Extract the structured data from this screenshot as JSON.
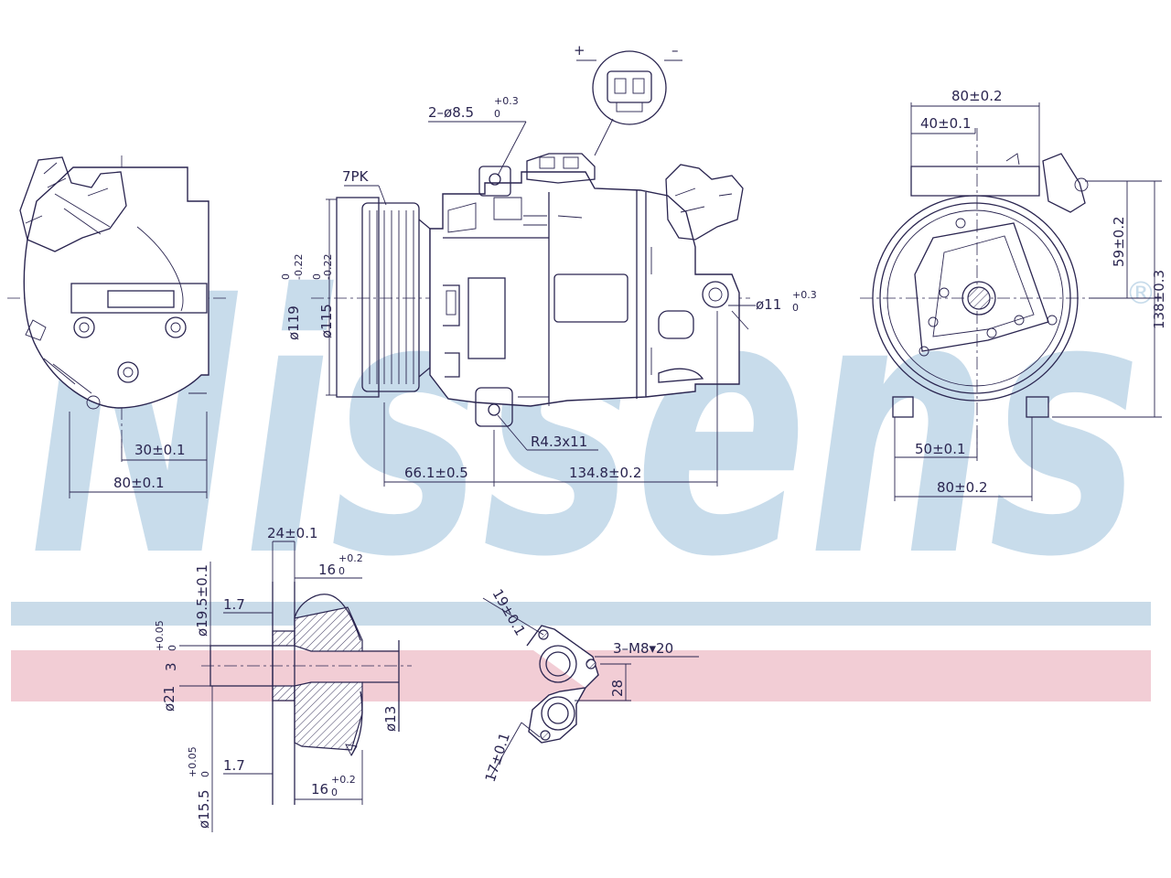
{
  "watermark": {
    "brand": "Nissens",
    "registered_mark": "®",
    "band_blue_color": "#c9dbe9",
    "band_red_color": "#f2cdd5",
    "letter_color": "#c8dceb"
  },
  "line_color": "#2a2550",
  "connector": {
    "plus": "+",
    "minus": "–"
  },
  "front_left": {
    "dim_30": "30±0.1",
    "dim_80": "80±0.1"
  },
  "side": {
    "belt": "7PK",
    "mount_holes": "2–ø8.5",
    "mount_holes_tol_upper": "+0.3",
    "mount_holes_tol_lower": "0",
    "d119": "ø119",
    "d119_tol_upper": "0",
    "d119_tol_lower": "-0.22",
    "d115": "ø115",
    "d115_tol_upper": "0",
    "d115_tol_lower": "-0.22",
    "d11": "ø11",
    "d11_tol_upper": "+0.3",
    "d11_tol_lower": "0",
    "r43": "R4.3x11",
    "dim_66": "66.1±0.5",
    "dim_134": "134.8±0.2"
  },
  "back_right": {
    "dim_80_top": "80±0.2",
    "dim_40": "40±0.1",
    "dim_59": "59±0.2",
    "dim_138": "138±0.3",
    "dim_50": "50±0.1",
    "dim_80_bottom": "80±0.2"
  },
  "port": {
    "dim_24": "24±0.1",
    "dim_16_top": "16",
    "dim_16_top_tol_upper": "+0.2",
    "dim_16_top_tol_lower": "0",
    "d195": "ø19.5±0.1",
    "dim_17_top": "1.7",
    "d21": "ø21",
    "dim_3": "3",
    "dim_3_tol_upper": "+0.05",
    "dim_3_tol_lower": "0",
    "d13": "ø13",
    "dim_17_bottom": "1.7",
    "d155": "ø15.5",
    "d155_tol_upper": "+0.05",
    "d155_tol_lower": "0",
    "dim_16_bottom": "16",
    "dim_16_bottom_tol_upper": "+0.2",
    "dim_16_bottom_tol_lower": "0"
  },
  "flange": {
    "dim_19": "19±0.1",
    "thread": "3–M8▾20",
    "dim_28": "28",
    "dim_17": "17±0.1"
  }
}
